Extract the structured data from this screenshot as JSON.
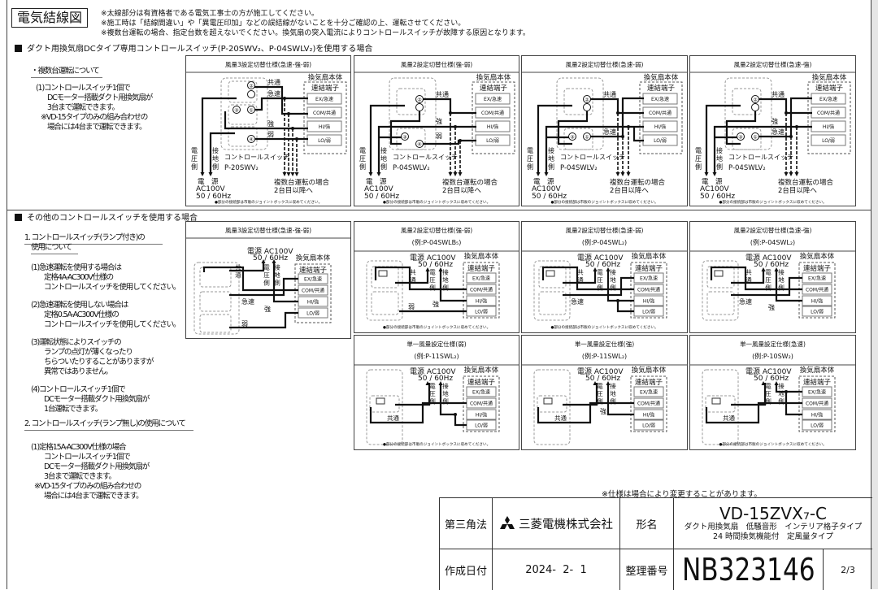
{
  "page_title": "電気結線図",
  "notes": [
    "※太線部分は有資格者である電気工事士の方が施工してください。",
    "※施工時は「結線間違い」や「異電圧印加」などの誤結線がないことを十分ご確認の上、運転させてください。",
    "※複数台運転の場合、指定台数を超えないでください。換気扇の突入電流によりコントロールスイッチが故障する原因となります。"
  ],
  "section1": {
    "heading": "ダクト用換気扇DCタイプ専用コントロールスイッチ(P-20SWV₂、P-04SWLV₂)を使用する場合",
    "subheading": "・複数台運転について",
    "lines": [
      "(1)コントロールスイッチ1個で",
      "DCモーター搭載ダクト用換気扇が",
      "3台まで運転できます。",
      "※VD-15タイプのみの組み合わせの",
      "場合には4台まで運転できます。"
    ]
  },
  "section2": {
    "heading": "その他のコントロールスイッチを使用する場合",
    "part1_heading": [
      "1. コントロールスイッチ(ランプ付き)の",
      "使用について"
    ],
    "part1_items": [
      [
        "(1)急速運転を使用する場合は",
        "定格4A-AC300V仕様の",
        "コントロールスイッチを使用してください。"
      ],
      [
        "(2)急速運転を使用しない場合は",
        "定格0.5A-AC300V仕様の",
        "コントロールスイッチを使用してください。"
      ],
      [
        "(3)運転状態によりスイッチの",
        "ランプの点灯が薄くなったり",
        "ちらついたりすることがありますが",
        "異常ではありません。"
      ],
      [
        "(4)コントロールスイッチ1個で",
        "DCモーター搭載ダクト用換気扇が",
        "1台運転できます。"
      ]
    ],
    "part2_heading": "2. コントロールスイッチ(ランプ無し)の使用について",
    "part2_items": [
      [
        "(1)定格15A-AC300V仕様の場合",
        "コントロールスイッチ1個で",
        "DCモーター搭載ダクト用換気扇が",
        "3台まで運転できます。",
        "※VD-15タイプのみの組み合わせの",
        "場合には4台まで運転できます。"
      ]
    ]
  },
  "common": {
    "unit_body": "換気扇本体",
    "terminal_group": "連結端子",
    "terminals": [
      "EX/急速",
      "COM/共通",
      "HI/強",
      "LO/弱"
    ],
    "voltage_side": "電圧側",
    "ground_side": "接地側",
    "power_source": "電　源",
    "power_source_inline": "電源 AC100V",
    "voltage": "AC100V",
    "frequency": "50 / 60Hz",
    "control_switch": "コントロールスイッチ",
    "multi_unit": [
      "複数台運転の場合",
      "2台目以降へ"
    ],
    "junction_note": "●部分の接続部は市販のジョイントボックスに収めてください。",
    "wire_common": "共通",
    "wire_rapid": "急速",
    "wire_strong": "強",
    "wire_weak": "弱"
  },
  "dc_diagrams": [
    {
      "title": "風量3設定切替仕様(急速-強-弱)",
      "switch_model": "P-20SWV₂"
    },
    {
      "title": "風量2設定切替仕様(強-弱)",
      "switch_model": "P-04SWLV₂"
    },
    {
      "title": "風量2設定切替仕様(急速-弱)",
      "switch_model": "P-04SWLV₂"
    },
    {
      "title": "風量2設定切替仕様(急速-強)",
      "switch_model": "P-04SWLV₂"
    }
  ],
  "ac_diagrams": [
    {
      "title": "風量3設定切替仕様(急速-強-弱)",
      "example": ""
    },
    {
      "title": "風量2設定切替仕様(強-弱)",
      "example": "(例:P-04SWLB₅)"
    },
    {
      "title": "風量2設定切替仕様(急速-弱)",
      "example": "(例:P-04SWL₂)"
    },
    {
      "title": "風量2設定切替仕様(急速-強)",
      "example": "(例:P-04SWL₂)"
    },
    {
      "title": "単一風量設定仕様(弱)",
      "example": "(例:P-11SWL₂)"
    },
    {
      "title": "単一風量設定仕様(強)",
      "example": "(例:P-11SWL₂)"
    },
    {
      "title": "単一風量設定仕様(急速)",
      "example": "(例:P-10SW₂)"
    }
  ],
  "spec_note": "※仕様は場合により変更することがあります。",
  "title_block": {
    "projection": "第三角法",
    "company": "三菱電機株式会社",
    "model_label": "形名",
    "model": "VD-15ZVX₇-C",
    "description_1": "ダクト用換気扇　低騒音形　インテリア格子タイプ",
    "description_2": "24 時間換気機能付　定風量タイプ",
    "date_label": "作成日付",
    "date": "2024-  2-  1",
    "number_label": "整理番号",
    "number": "NB323146",
    "page": "2/3"
  }
}
